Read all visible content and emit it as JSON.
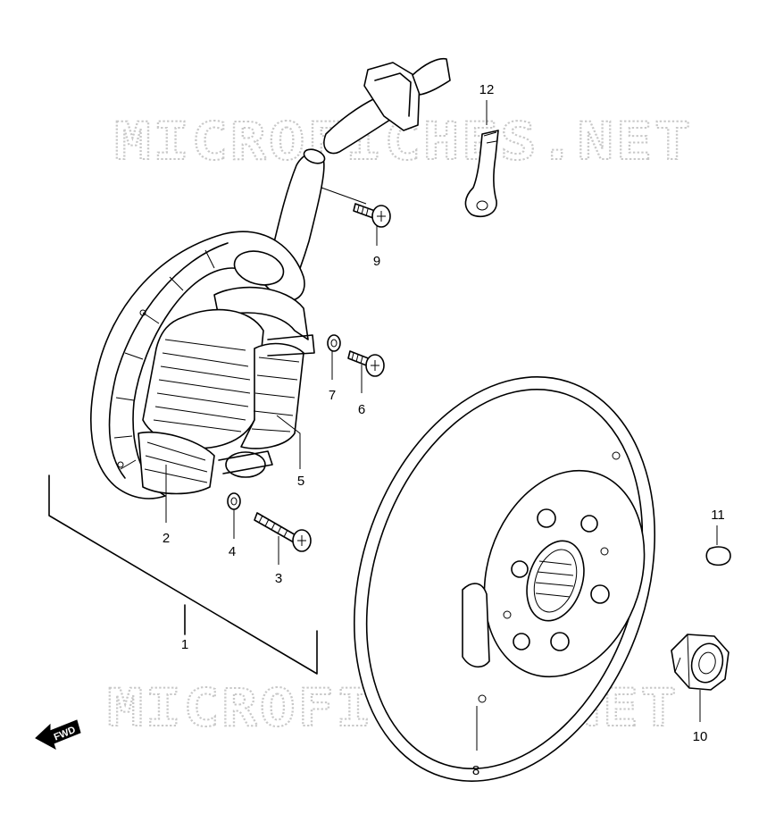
{
  "watermark": {
    "top": "MICROFICHES.NET",
    "bottom": "MICROFICHES.NET"
  },
  "direction_marker": {
    "text": "FWD",
    "icon": "forward-arrow-icon"
  },
  "callouts": {
    "c1": "1",
    "c2": "2",
    "c3": "3",
    "c4": "4",
    "c5": "5",
    "c6": "6",
    "c7": "7",
    "c8": "8",
    "c9": "9",
    "c10": "10",
    "c11": "11",
    "c12": "12"
  }
}
